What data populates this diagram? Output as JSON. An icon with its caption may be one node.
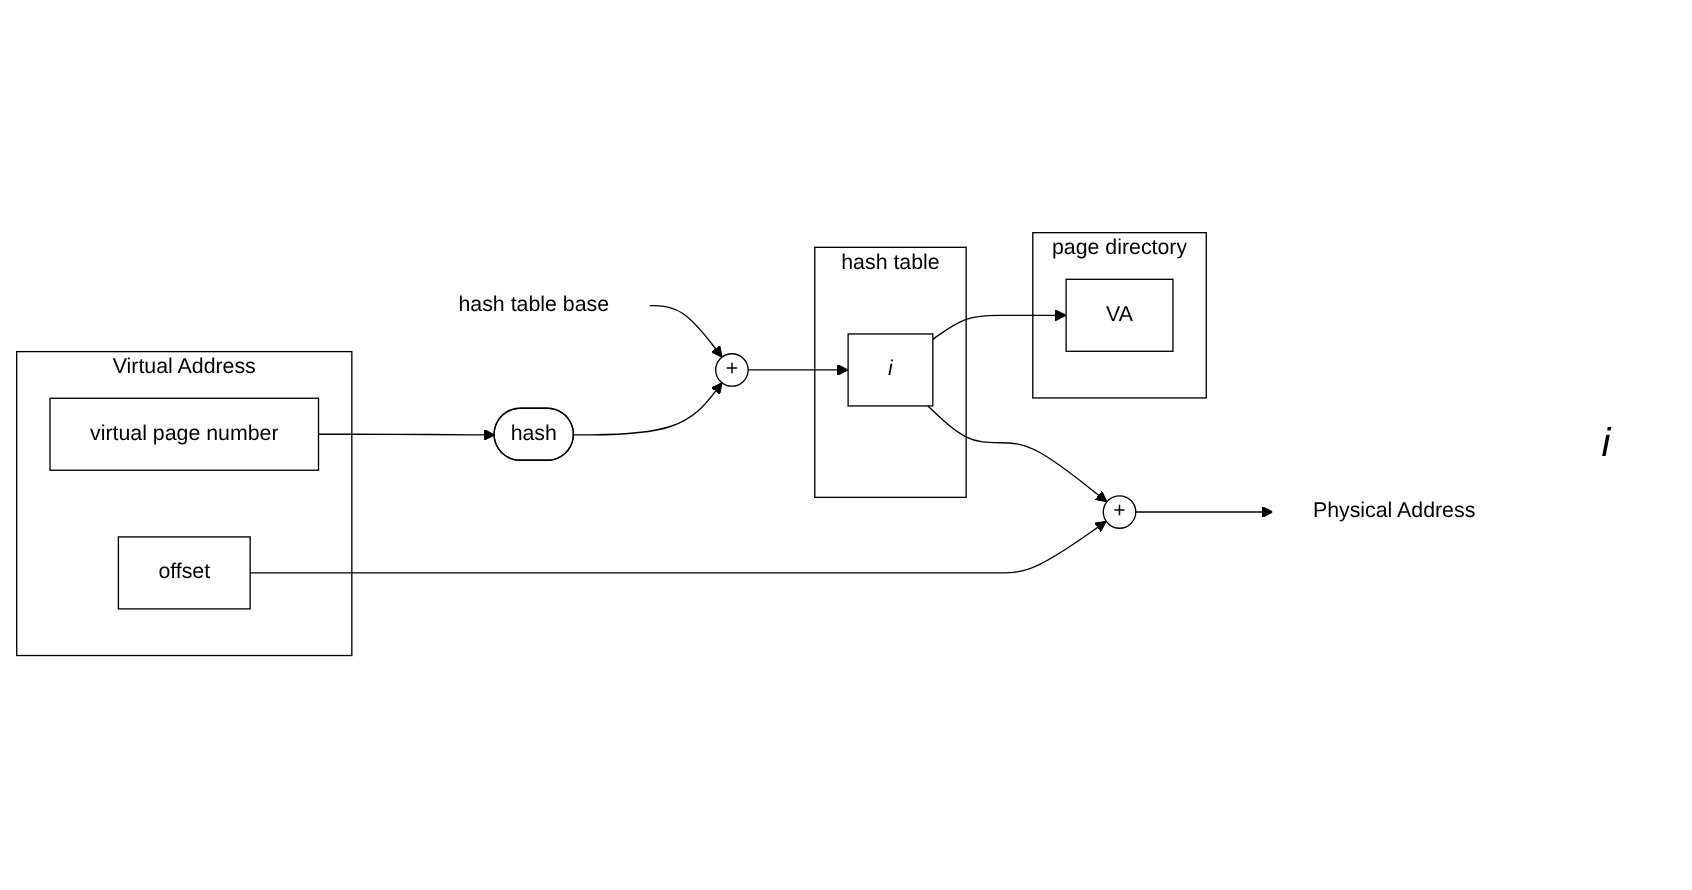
{
  "diagram": {
    "nodes": [
      {
        "text": [
          "Virtual Address"
        ]
      },
      {
        "text": [
          "virtual page number"
        ],
        "in": 0
      },
      {
        "text": [
          "offset"
        ],
        "in": 0
      },
      {
        "text": [
          "hash"
        ]
      },
      {
        "text": [
          "hash table base"
        ]
      },
      {
        "text": [
          "+"
        ]
      },
      {
        "text": [
          "hash table"
        ]
      },
      {
        "text": [
          "i"
        ],
        "in": 6
      },
      {
        "text": [
          "+"
        ]
      },
      {
        "text": [
          "Physical Address"
        ]
      },
      {
        "text": [
          "page directory"
        ]
      },
      {
        "text": [
          "VA"
        ],
        "in": 10
      }
    ],
    "edges": [
      {
        "from": 1,
        "to": 3,
        "arrow": "to"
      },
      {
        "from": 3,
        "to": 5,
        "arrow": "to"
      },
      {
        "from": 4,
        "to": 5,
        "arrow": "to"
      },
      {
        "from": 5,
        "to": 7,
        "arrow": "to"
      },
      {
        "from": 2,
        "to": 8,
        "arrow": "to"
      },
      {
        "from": 7,
        "to": 8,
        "arrow": "to"
      },
      {
        "from": 7,
        "to": 11,
        "arrow": "to"
      },
      {
        "from": 8,
        "to": 9,
        "arrow": "to"
      }
    ],
    "labels": [
      "i"
    ]
  }
}
